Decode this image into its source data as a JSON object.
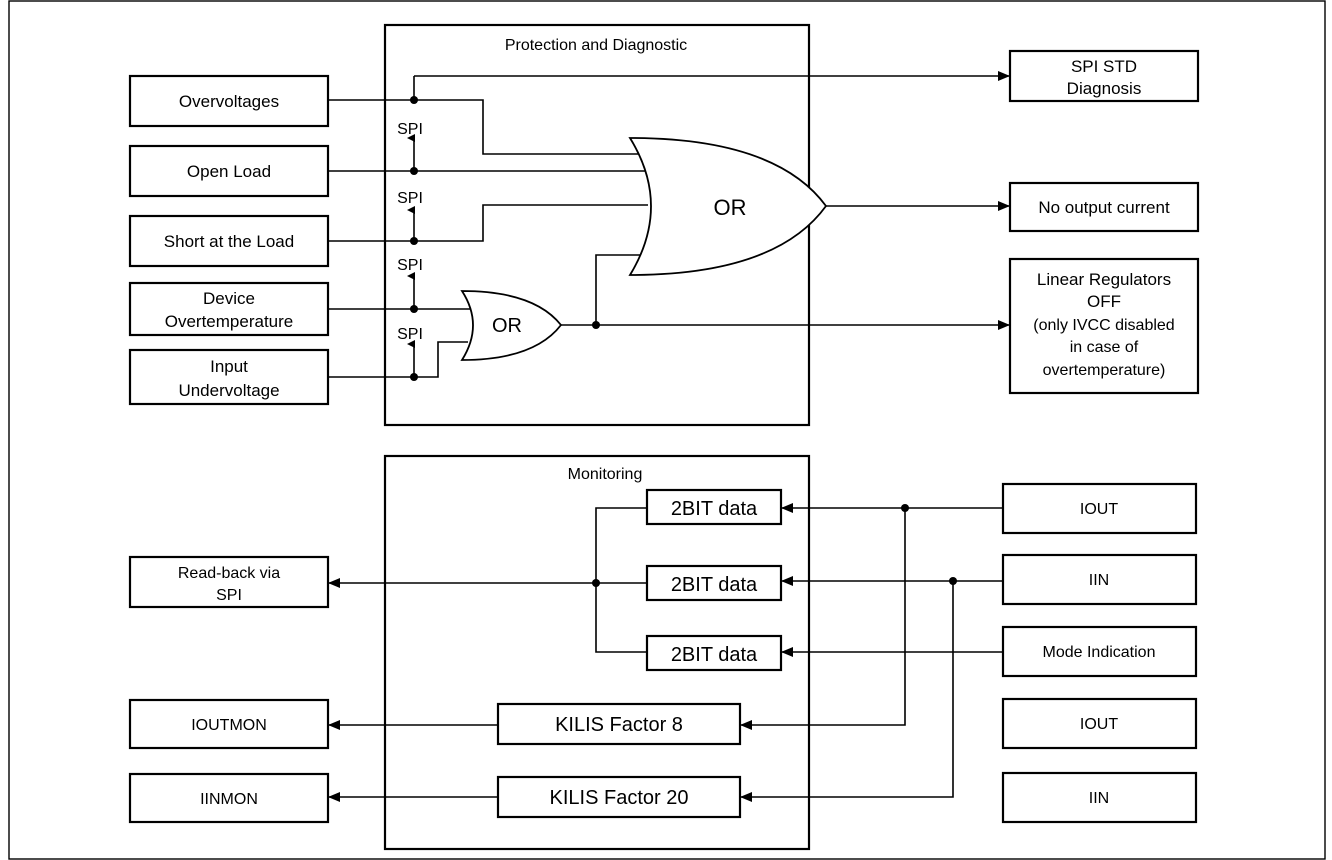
{
  "protection": {
    "title": "Protection and Diagnostic",
    "inputs": {
      "overvoltages": "Overvoltages",
      "open_load": "Open Load",
      "short_load": "Short at the Load",
      "device_overtemp": [
        "Device",
        "Overtemperature"
      ],
      "input_undervoltage": [
        "Input",
        "Undervoltage"
      ]
    },
    "spi_label": "SPI",
    "gate_main": "OR",
    "gate_small": "OR",
    "outputs": {
      "spi_std": [
        "SPI STD",
        "Diagnosis"
      ],
      "no_output": "No output current",
      "linear_regulators": [
        "Linear Regulators",
        "OFF",
        "(only IVCC disabled",
        "in case of",
        "overtemperature)"
      ]
    }
  },
  "monitoring": {
    "title": "Monitoring",
    "data_blocks": [
      "2BIT data",
      "2BIT data",
      "2BIT data"
    ],
    "kilis_8": "KILIS Factor 8",
    "kilis_20": "KILIS Factor 20",
    "outputs": {
      "readback": [
        "Read-back via",
        "SPI"
      ],
      "ioutmon": "IOUTMON",
      "iinmon": "IINMON"
    },
    "inputs": {
      "iout_top": "IOUT",
      "iin_top": "IIN",
      "mode": "Mode Indication",
      "iout_bottom": "IOUT",
      "iin_bottom": "IIN"
    }
  }
}
